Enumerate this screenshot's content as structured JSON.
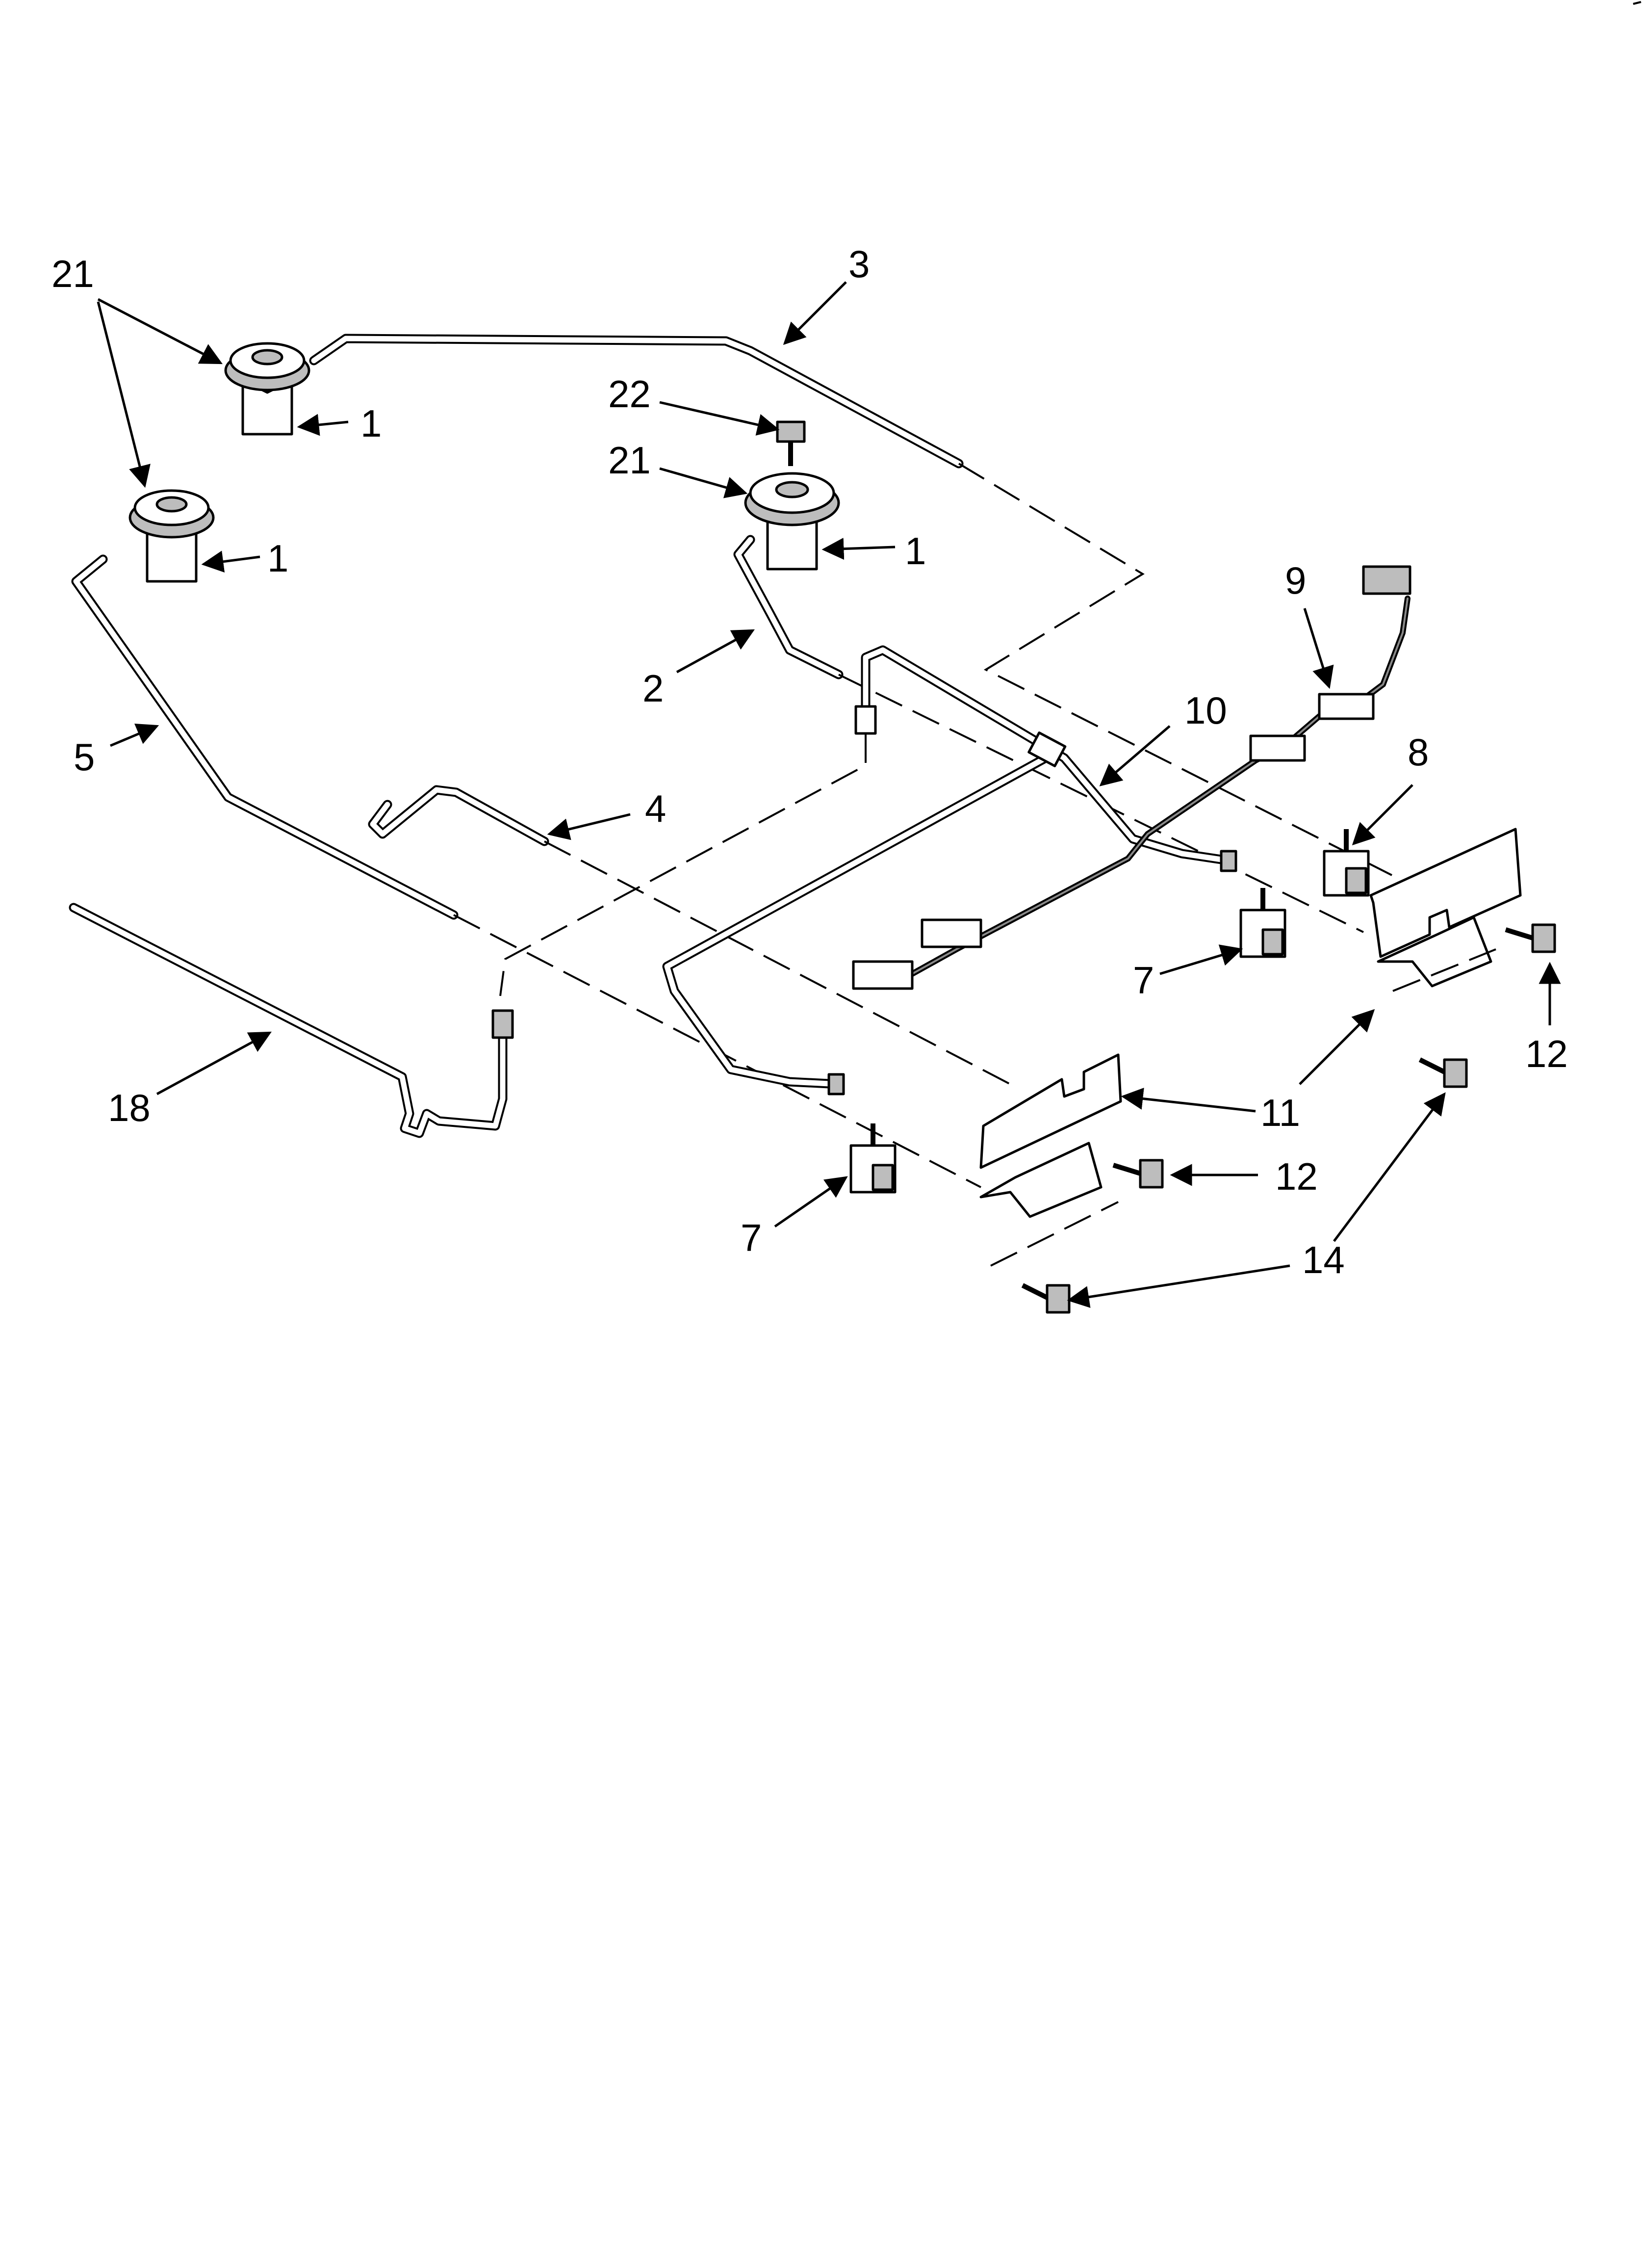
{
  "diagram": {
    "callouts": [
      {
        "id": "c21a",
        "text": "21"
      },
      {
        "id": "c3",
        "text": "3"
      },
      {
        "id": "c22",
        "text": "22"
      },
      {
        "id": "c21b",
        "text": "21"
      },
      {
        "id": "c1a",
        "text": "1"
      },
      {
        "id": "c1b",
        "text": "1"
      },
      {
        "id": "c1c",
        "text": "1"
      },
      {
        "id": "c9",
        "text": "9"
      },
      {
        "id": "c2",
        "text": "2"
      },
      {
        "id": "c10",
        "text": "10"
      },
      {
        "id": "c5",
        "text": "5"
      },
      {
        "id": "c8",
        "text": "8"
      },
      {
        "id": "c4",
        "text": "4"
      },
      {
        "id": "c7a",
        "text": "7"
      },
      {
        "id": "c12a",
        "text": "12"
      },
      {
        "id": "c18",
        "text": "18"
      },
      {
        "id": "c11",
        "text": "11"
      },
      {
        "id": "c12b",
        "text": "12"
      },
      {
        "id": "c7b",
        "text": "7"
      },
      {
        "id": "c14",
        "text": "14"
      }
    ],
    "colors": {
      "line": "#000000",
      "background": "#ffffff",
      "shade": "#bdbdbd"
    }
  }
}
